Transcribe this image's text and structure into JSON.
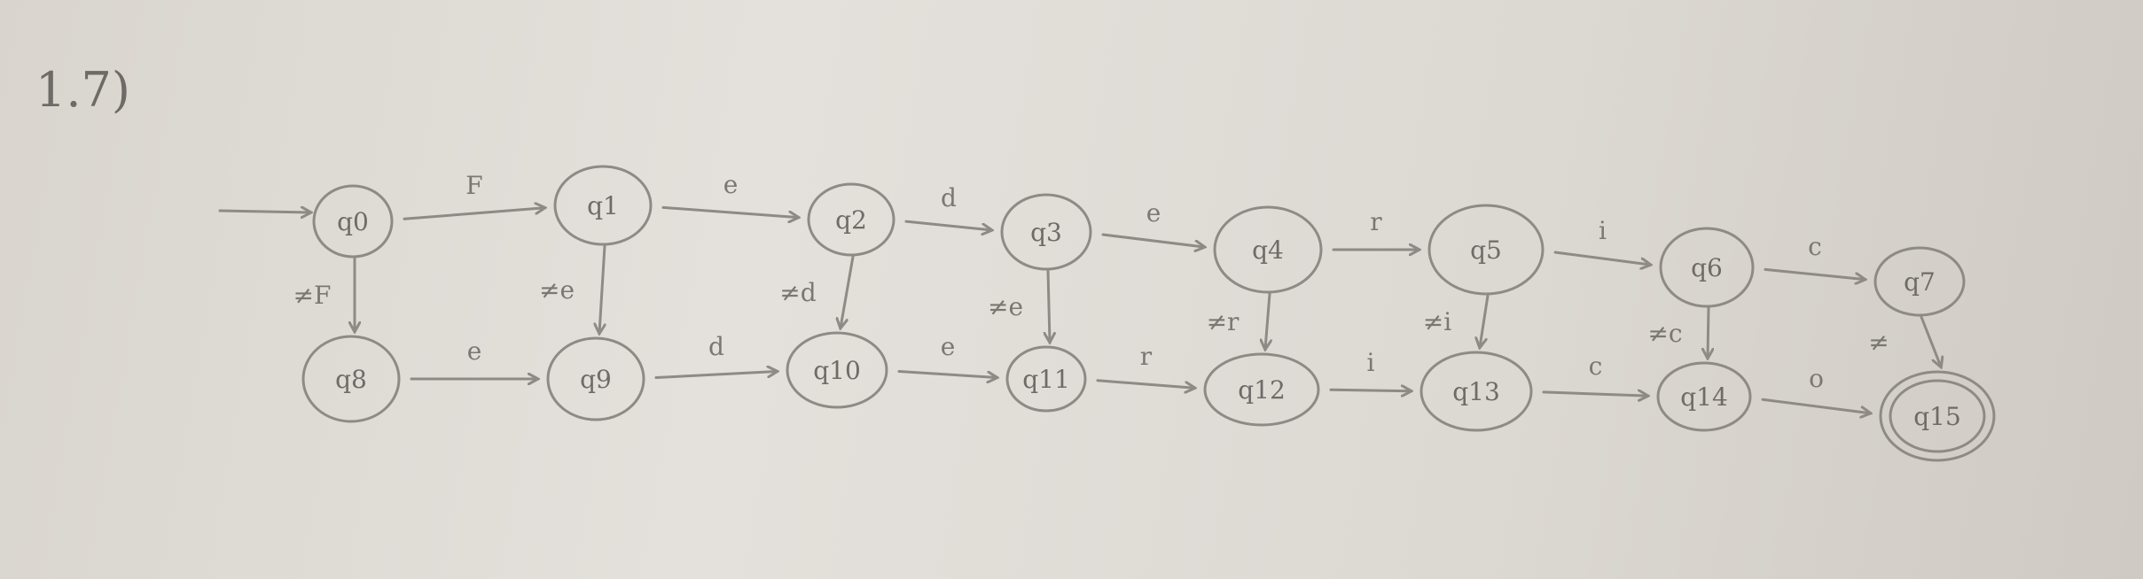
{
  "title": "1.7)",
  "states": [
    {
      "id": "q0",
      "label": "q0",
      "start": true
    },
    {
      "id": "q1",
      "label": "q1"
    },
    {
      "id": "q2",
      "label": "q2"
    },
    {
      "id": "q3",
      "label": "q3"
    },
    {
      "id": "q4",
      "label": "q4"
    },
    {
      "id": "q5",
      "label": "q5"
    },
    {
      "id": "q6",
      "label": "q6"
    },
    {
      "id": "q7",
      "label": "q7"
    },
    {
      "id": "q8",
      "label": "q8"
    },
    {
      "id": "q9",
      "label": "q9"
    },
    {
      "id": "q10",
      "label": "q10"
    },
    {
      "id": "q11",
      "label": "q11"
    },
    {
      "id": "q12",
      "label": "q12"
    },
    {
      "id": "q13",
      "label": "q13"
    },
    {
      "id": "q14",
      "label": "q14"
    },
    {
      "id": "q15",
      "label": "q15",
      "accepting": true
    }
  ],
  "transitions": [
    {
      "from": "q0",
      "to": "q1",
      "label": "F"
    },
    {
      "from": "q1",
      "to": "q2",
      "label": "e"
    },
    {
      "from": "q2",
      "to": "q3",
      "label": "d"
    },
    {
      "from": "q3",
      "to": "q4",
      "label": "e"
    },
    {
      "from": "q4",
      "to": "q5",
      "label": "r"
    },
    {
      "from": "q5",
      "to": "q6",
      "label": "i"
    },
    {
      "from": "q6",
      "to": "q7",
      "label": "c"
    },
    {
      "from": "q0",
      "to": "q8",
      "label": "≠F"
    },
    {
      "from": "q1",
      "to": "q9",
      "label": "≠e"
    },
    {
      "from": "q2",
      "to": "q10",
      "label": "≠d"
    },
    {
      "from": "q3",
      "to": "q11",
      "label": "≠e"
    },
    {
      "from": "q4",
      "to": "q12",
      "label": "≠r"
    },
    {
      "from": "q5",
      "to": "q13",
      "label": "≠i"
    },
    {
      "from": "q6",
      "to": "q14",
      "label": "≠c"
    },
    {
      "from": "q7",
      "to": "q15",
      "label": "≠"
    },
    {
      "from": "q8",
      "to": "q9",
      "label": "e"
    },
    {
      "from": "q9",
      "to": "q10",
      "label": "d"
    },
    {
      "from": "q10",
      "to": "q11",
      "label": "e"
    },
    {
      "from": "q11",
      "to": "q12",
      "label": "r"
    },
    {
      "from": "q12",
      "to": "q13",
      "label": "i"
    },
    {
      "from": "q13",
      "to": "q14",
      "label": "c"
    },
    {
      "from": "q14",
      "to": "q15",
      "label": "o"
    }
  ]
}
